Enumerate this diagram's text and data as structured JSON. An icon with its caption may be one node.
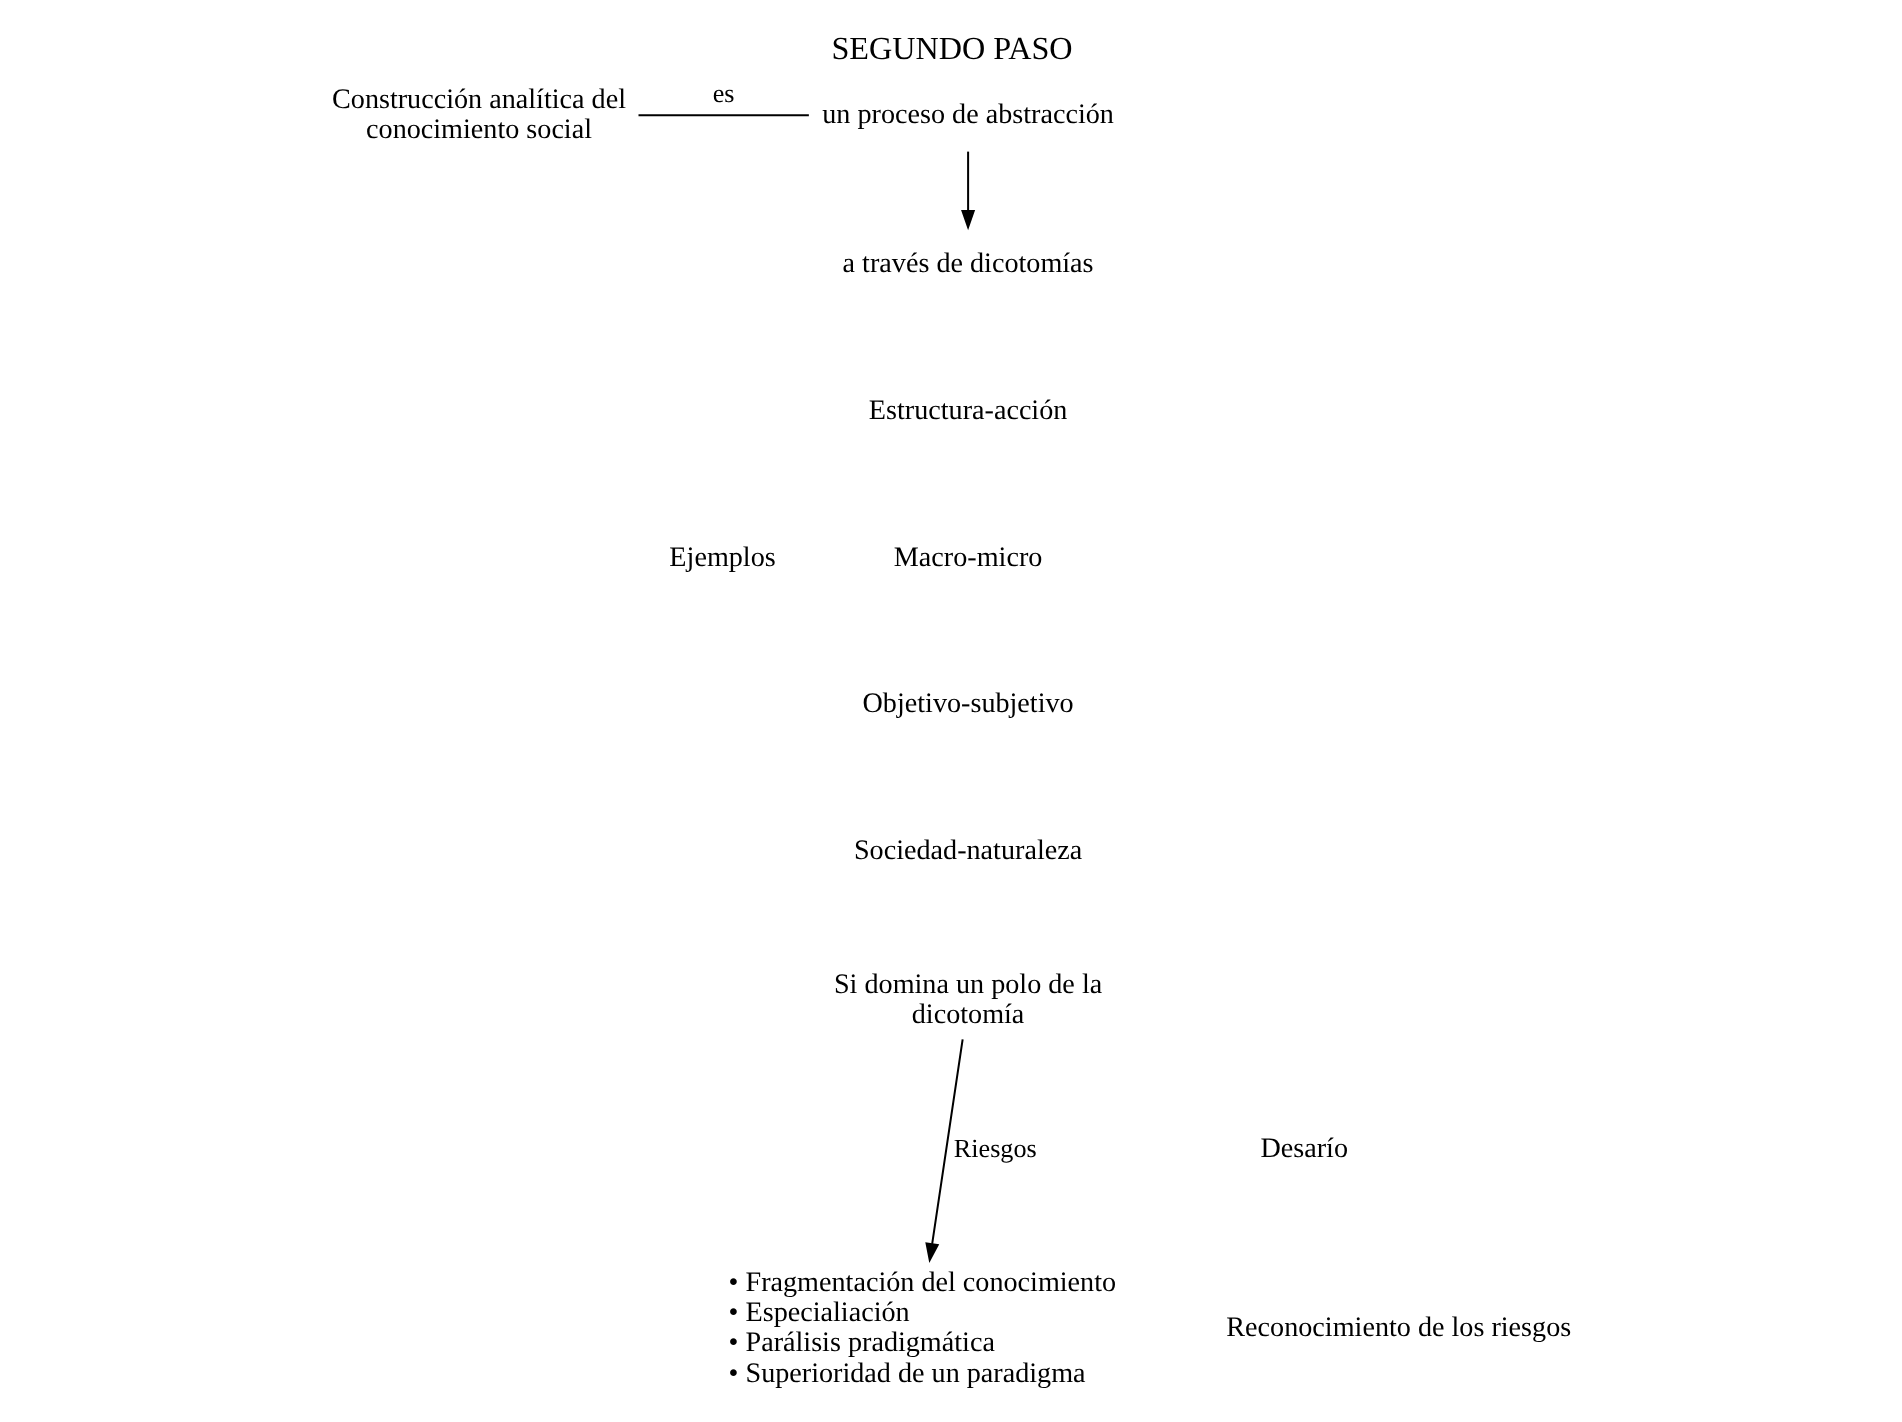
{
  "diagram": {
    "title": "SEGUNDO PASO",
    "nodes": [
      {
        "text": [
          "Construcción analítica del conocimiento social"
        ]
      },
      {
        "text": [
          "un proceso de abstracción"
        ]
      },
      {
        "text": [
          "a través de dicotomías"
        ]
      },
      {
        "text": [
          "Si domina un polo de la dicotomía"
        ]
      },
      {
        "text": [
          "• Fragmentación del conocimiento",
          "• Especialiación",
          "• Parálisis pradigmática",
          "• Superioridad de un paradigma"
        ]
      }
    ],
    "edges": [
      {
        "from": 0,
        "to": 1,
        "label": "es",
        "arrow": "none"
      },
      {
        "from": 1,
        "to": 2,
        "arrow": "to"
      },
      {
        "from": 3,
        "to": 4,
        "label": "Riesgos",
        "arrow": "to"
      }
    ],
    "labels": [
      "Ejemplos",
      "Estructura-acción",
      "Macro-micro",
      "Objetivo-subjetivo",
      "Sociedad-naturaleza",
      "Desarío",
      "Reconocimiento de los riesgos"
    ]
  }
}
